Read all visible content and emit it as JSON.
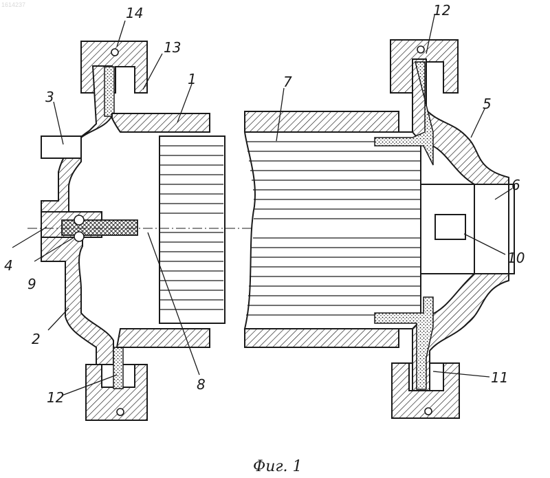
{
  "document_id": "1614237",
  "caption": "Фиг. 1",
  "callouts": {
    "l1": "1",
    "l2": "2",
    "l3": "3",
    "l4": "4",
    "l5": "5",
    "l6": "6",
    "l7": "7",
    "l8": "8",
    "l9": "9",
    "l10": "10",
    "l11": "11",
    "l12_top": "12",
    "l12_bottom": "12",
    "l13": "13",
    "l14": "14"
  },
  "colors": {
    "ink": "#1a1a1a",
    "paper": "#ffffff",
    "ghost": "#d9d9d9"
  }
}
